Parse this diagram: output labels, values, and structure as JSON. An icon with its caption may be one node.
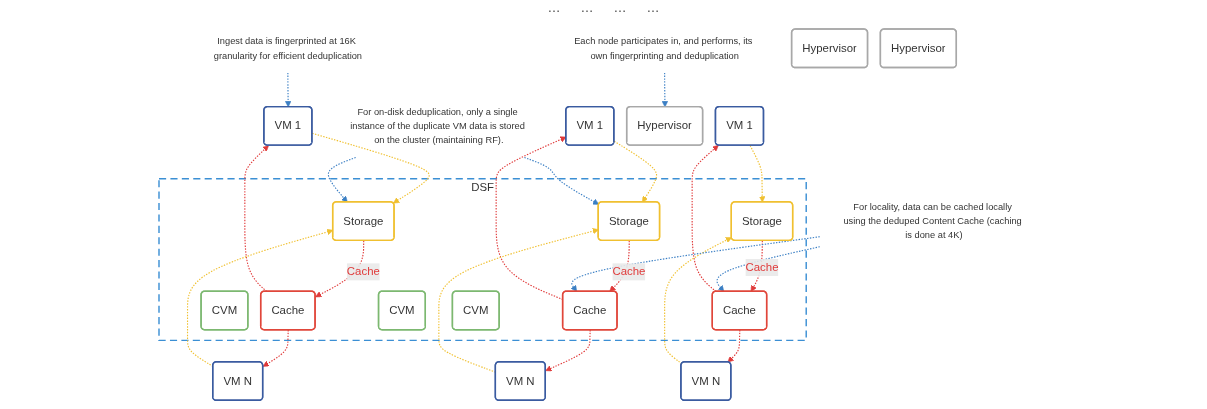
{
  "diagram": {
    "nodes": [
      {
        "text": [
          "Ingest data is fingerprinted at 16K granularity for efficient deduplication"
        ]
      },
      {
        "text": [
          "Each node participates in, and performs, its own fingerprinting and deduplication"
        ]
      },
      {
        "text": [
          "VM 1"
        ]
      },
      {
        "text": [
          "VM N"
        ]
      },
      {
        "text": [
          "VM 1"
        ]
      },
      {
        "text": [
          "VM N"
        ]
      },
      {
        "text": [
          "VM 1"
        ]
      },
      {
        "text": [
          "VM N"
        ]
      },
      {
        "text": [
          "Hypervisor"
        ]
      },
      {
        "text": [
          "Hypervisor"
        ]
      },
      {
        "text": [
          "Hypervisor"
        ]
      },
      {
        "text": [
          "DSF"
        ]
      },
      {
        "text": [
          "Cache"
        ],
        "in": 11
      },
      {
        "text": [
          "CVM"
        ],
        "in": 11
      },
      {
        "text": [
          "Storage"
        ],
        "in": 11
      },
      {
        "text": [
          "Cache"
        ],
        "in": 11
      },
      {
        "text": [
          "CVM"
        ],
        "in": 11
      },
      {
        "text": [
          "Storage"
        ],
        "in": 11
      },
      {
        "text": [
          "Cache"
        ],
        "in": 11
      },
      {
        "text": [
          "CVM"
        ],
        "in": 11
      },
      {
        "text": [
          "Storage"
        ],
        "in": 11
      },
      {
        "text": [
          "For on-disk deduplication, only a single instance of the duplicate VM data is stored on the cluster (maintaining RF)."
        ]
      },
      {
        "text": [
          "For locality, data can be cached locally using the deduped Content Cache (caching is done at 4K)"
        ]
      }
    ],
    "edges": [
      {
        "from": 0,
        "to": 2,
        "arrow": "to",
        "style": "dashed",
        "color": "#3b7fc4"
      },
      {
        "from": 1,
        "to": 9,
        "arrow": "to",
        "style": "dashed",
        "color": "#3b7fc4"
      },
      {
        "from": 12,
        "to": 2,
        "arrow": "to",
        "style": "dashed"
      },
      {
        "from": 12,
        "to": 3,
        "arrow": "to",
        "style": "dashed"
      },
      {
        "from": 2,
        "to": 14,
        "arrow": "to",
        "style": "dashed",
        "color": "#f0c030"
      },
      {
        "from": 3,
        "to": 14,
        "arrow": "to",
        "style": "dashed",
        "color": "#f0c030"
      },
      {
        "from": 14,
        "to": 12,
        "arrow": "to",
        "style": "dashed",
        "label": "Cache"
      },
      {
        "from": 15,
        "to": 4,
        "arrow": "to",
        "style": "dashed"
      },
      {
        "from": 15,
        "to": 5,
        "arrow": "to",
        "style": "dashed"
      },
      {
        "from": 4,
        "to": 17,
        "arrow": "to",
        "style": "dashed",
        "color": "#f0c030"
      },
      {
        "from": 5,
        "to": 17,
        "arrow": "to",
        "style": "dashed",
        "color": "#f0c030"
      },
      {
        "from": 17,
        "to": 15,
        "arrow": "to",
        "style": "dashed",
        "label": "Cache"
      },
      {
        "from": 18,
        "to": 6,
        "arrow": "to",
        "style": "dashed"
      },
      {
        "from": 18,
        "to": 7,
        "arrow": "to",
        "style": "dashed"
      },
      {
        "from": 6,
        "to": 20,
        "arrow": "to",
        "style": "dashed",
        "color": "#f0c030"
      },
      {
        "from": 7,
        "to": 20,
        "arrow": "to",
        "style": "dashed",
        "color": "#f0c030"
      },
      {
        "from": 20,
        "to": 18,
        "arrow": "to",
        "style": "dashed",
        "label": "Cache"
      },
      {
        "from": 21,
        "to": 14,
        "arrow": "to",
        "style": "dashed",
        "color": "#3b7fc4"
      },
      {
        "from": 21,
        "to": 17,
        "arrow": "to",
        "style": "dashed",
        "color": "#3b7fc4"
      },
      {
        "from": 22,
        "to": 15,
        "arrow": "to",
        "style": "dashed",
        "color": "#3b7fc4"
      },
      {
        "from": 22,
        "to": 18,
        "arrow": "to",
        "style": "dashed",
        "color": "#3b7fc4"
      }
    ],
    "labels": [
      "…",
      "…",
      "…",
      "…"
    ]
  }
}
